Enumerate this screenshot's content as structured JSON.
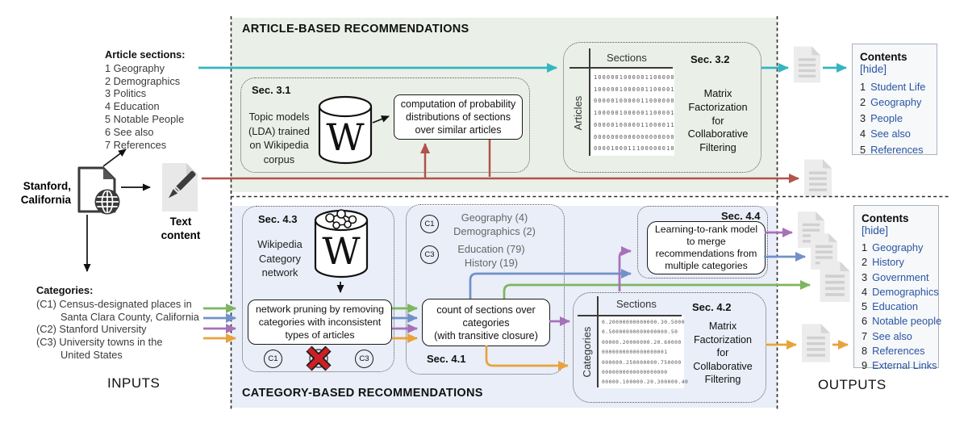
{
  "colors": {
    "cyan": "#35b5c2",
    "red": "#b0544c",
    "green": "#7db560",
    "blue": "#7191c9",
    "purple": "#a671b8",
    "orange": "#e9a23b",
    "article_region_bg": "#eaf0e7",
    "category_region_bg": "#e9eef8",
    "link_blue": "#2a55a2",
    "removed_x_red": "#cc1f26"
  },
  "icons": {
    "source_document": "document-with-globe",
    "text_content": "pen-on-page",
    "recommendation_output": "document-with-lines",
    "wikipedia_corpus": "database-cylinder-W",
    "category_network": "database-cylinder-network-W",
    "removed_category": "red-x"
  },
  "labels": {
    "inputs": "INPUTS",
    "outputs": "OUTPUTS",
    "wikipedia_w": "W"
  },
  "inputs": {
    "source_title": "Stanford,\nCalifornia",
    "text_content": "Text\ncontent",
    "article_sections": {
      "title": "Article sections:",
      "items": [
        "1 Geography",
        "2 Demographics",
        "3 Politics",
        "4 Education",
        "5 Notable People",
        "6 See also",
        "7 References"
      ]
    },
    "categories": {
      "title": "Categories:",
      "lines": [
        "(C1) Census-designated places in",
        "Santa Clara County, California",
        "(C2) Stanford University",
        "(C3) University towns in the",
        "United States"
      ]
    }
  },
  "article_based": {
    "region_title": "ARTICLE-BASED RECOMMENDATIONS",
    "sec31": {
      "label": "Sec. 3.1",
      "desc": "Topic models\n(LDA) trained\non Wikipedia\ncorpus"
    },
    "computation_box": "computation of probability\ndistributions of sections\nover similar articles",
    "sec32": {
      "label": "Sec. 3.2",
      "cols_label": "Sections",
      "rows_label": "Articles",
      "method": "Matrix\nFactorization\nfor\nCollaborative\nFiltering",
      "matrix_rows": [
        "1000001000001100000",
        "1000001000001100001",
        "0000010000011000000",
        "1000001000001100001",
        "0000010000011000011",
        "0000000000000000000",
        "0000100011100000010"
      ]
    }
  },
  "category_based": {
    "region_title": "CATEGORY-BASED RECOMMENDATIONS",
    "sec43": {
      "label": "Sec. 4.3",
      "desc": "Wikipedia\nCategory\nnetwork",
      "pruning_box": "network pruning by removing\ncategories with inconsistent\ntypes of articles",
      "c1": "C1",
      "c3": "C3"
    },
    "sec41": {
      "label": "Sec. 4.1",
      "c1": "C1",
      "c3": "C3",
      "c1_counts": "Geography (4)\nDemographics (2)",
      "c3_counts": "Education (79)\nHistory (19)",
      "count_box": "count of sections over\ncategories\n(with transitive closure)"
    },
    "sec44": {
      "label": "Sec. 4.4",
      "box": "Learning-to-rank model\nto merge\nrecommendations from\nmultiple categories"
    },
    "sec42": {
      "label": "Sec. 4.2",
      "cols_label": "Sections",
      "rows_label": "Categories",
      "method": "Matrix\nFactorization\nfor\nCollaborative\nFiltering",
      "matrix_rows": [
        "0.20000000000000.30.5000",
        "0.50000000000000000.50",
        "00000.20000000.20.60000",
        "0000000000000000001",
        "000000.250000000.750000",
        "0000000000000000000",
        "00000.100000.20.300000.40"
      ]
    }
  },
  "outputs": {
    "toc1": {
      "title": "Contents",
      "hide": "[hide]",
      "items": [
        {
          "num": "1",
          "label": "Student Life"
        },
        {
          "num": "2",
          "label": "Geography"
        },
        {
          "num": "3",
          "label": "People"
        },
        {
          "num": "4",
          "label": "See also"
        },
        {
          "num": "5",
          "label": "References"
        }
      ]
    },
    "toc2": {
      "title": "Contents",
      "hide": "[hide]",
      "items": [
        {
          "num": "1",
          "label": "Geography"
        },
        {
          "num": "2",
          "label": "History"
        },
        {
          "num": "3",
          "label": "Government"
        },
        {
          "num": "4",
          "label": "Demographics"
        },
        {
          "num": "5",
          "label": "Education"
        },
        {
          "num": "6",
          "label": "Notable people"
        },
        {
          "num": "7",
          "label": "See also"
        },
        {
          "num": "8",
          "label": "References"
        },
        {
          "num": "9",
          "label": "External Links"
        }
      ]
    }
  }
}
